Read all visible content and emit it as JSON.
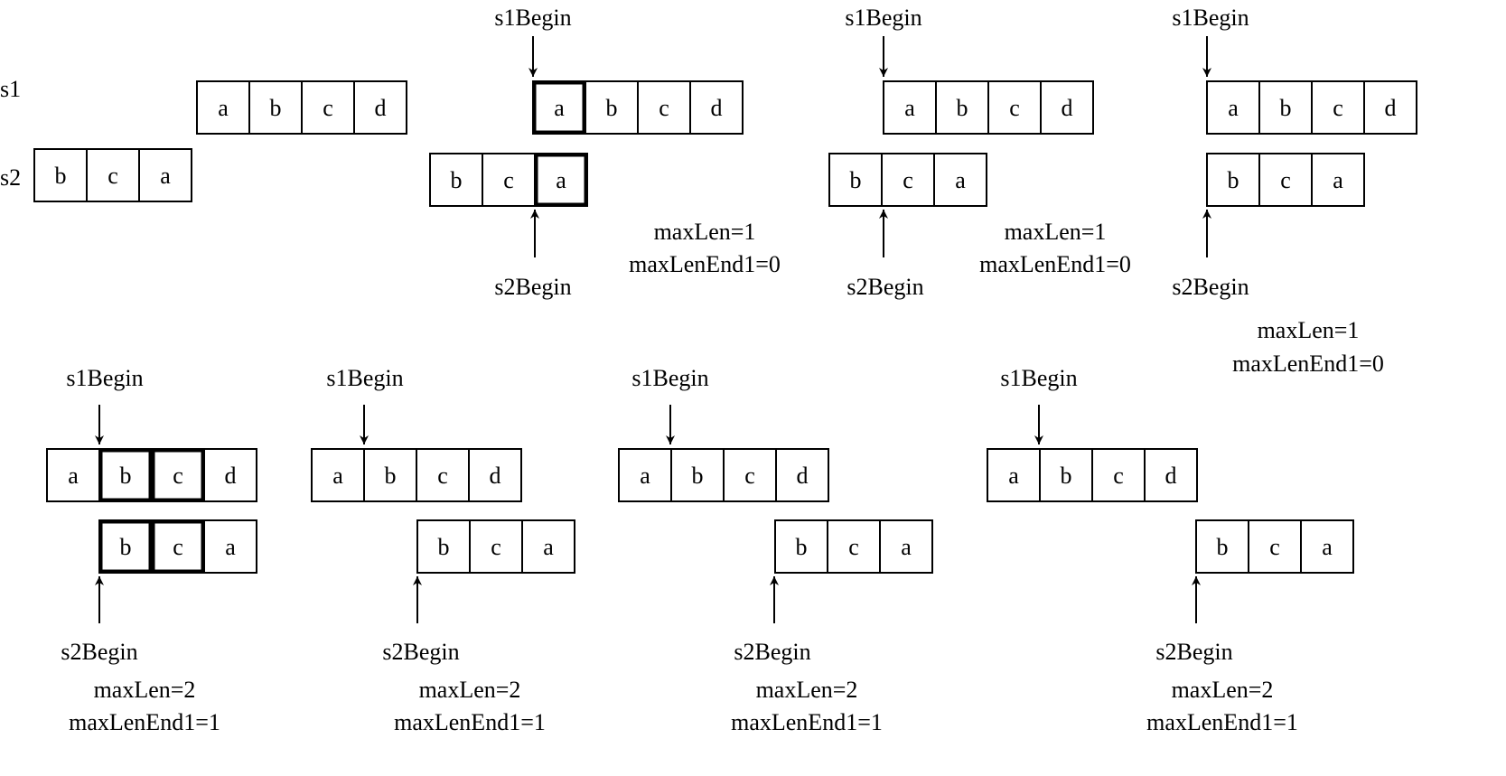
{
  "row_labels": {
    "s1": "s1",
    "s2": "s2"
  },
  "pointer_labels": {
    "s1": "s1Begin",
    "s2": "s2Begin"
  },
  "initial": {
    "s1": [
      "a",
      "b",
      "c",
      "d"
    ],
    "s2": [
      "b",
      "c",
      "a"
    ]
  },
  "steps": [
    {
      "s1": [
        "a",
        "b",
        "c",
        "d"
      ],
      "s2": [
        "b",
        "c",
        "a"
      ],
      "bold_s1": [
        0
      ],
      "bold_s2": [
        2
      ],
      "status": [
        "maxLen=1",
        "maxLenEnd1=0"
      ]
    },
    {
      "s1": [
        "a",
        "b",
        "c",
        "d"
      ],
      "s2": [
        "b",
        "c",
        "a"
      ],
      "bold_s1": [],
      "bold_s2": [],
      "status": [
        "maxLen=1",
        "maxLenEnd1=0"
      ]
    },
    {
      "s1": [
        "a",
        "b",
        "c",
        "d"
      ],
      "s2": [
        "b",
        "c",
        "a"
      ],
      "bold_s1": [],
      "bold_s2": [],
      "status": [
        "maxLen=1",
        "maxLenEnd1=0"
      ]
    },
    {
      "s1": [
        "a",
        "b",
        "c",
        "d"
      ],
      "s2": [
        "b",
        "c",
        "a"
      ],
      "bold_s1": [
        1,
        2
      ],
      "bold_s2": [
        0,
        1
      ],
      "status": [
        "maxLen=2",
        "maxLenEnd1=1"
      ]
    },
    {
      "s1": [
        "a",
        "b",
        "c",
        "d"
      ],
      "s2": [
        "b",
        "c",
        "a"
      ],
      "bold_s1": [],
      "bold_s2": [],
      "status": [
        "maxLen=2",
        "maxLenEnd1=1"
      ]
    },
    {
      "s1": [
        "a",
        "b",
        "c",
        "d"
      ],
      "s2": [
        "b",
        "c",
        "a"
      ],
      "bold_s1": [],
      "bold_s2": [],
      "status": [
        "maxLen=2",
        "maxLenEnd1=1"
      ]
    },
    {
      "s1": [
        "a",
        "b",
        "c",
        "d"
      ],
      "s2": [
        "b",
        "c",
        "a"
      ],
      "bold_s1": [],
      "bold_s2": [],
      "status": [
        "maxLen=2",
        "maxLenEnd1=1"
      ]
    }
  ]
}
